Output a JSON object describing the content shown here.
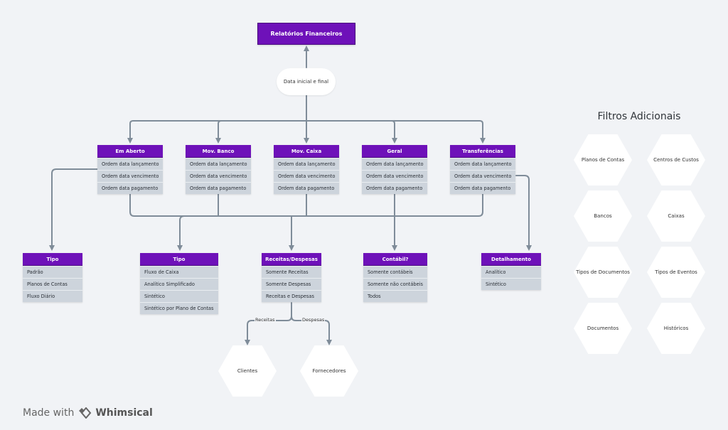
{
  "title": "Relatórios Financeiros",
  "date_filter": "Data inicial e final",
  "report_types": [
    {
      "label": "Em Aberto",
      "rows": [
        "Ordem data lançamento",
        "Ordem data vencimento",
        "Ordem data pagamento"
      ]
    },
    {
      "label": "Mov. Banco",
      "rows": [
        "Ordem data lançamento",
        "Ordem data vencimento",
        "Ordem data pagamento"
      ]
    },
    {
      "label": "Mov. Caixa",
      "rows": [
        "Ordem data lançamento",
        "Ordem data vencimento",
        "Ordem data pagamento"
      ]
    },
    {
      "label": "Geral",
      "rows": [
        "Ordem data lançamento",
        "Ordem data vencimento",
        "Ordem data pagamento"
      ]
    },
    {
      "label": "Transferências",
      "rows": [
        "Ordem data lançamento",
        "Ordem data vencimento",
        "Ordem data pagamento"
      ]
    }
  ],
  "options": [
    {
      "label": "Tipo",
      "rows": [
        "Padrão",
        "Planos de Contas",
        "Fluxo Diário"
      ]
    },
    {
      "label": "Tipo",
      "rows": [
        "Fluxo de Caixa",
        "Analítico Simplificado",
        "Sintético",
        "Sintético por Plano de Contas"
      ]
    },
    {
      "label": "Receitas/Despesas",
      "rows": [
        "Somente Receitas",
        "Somente Despesas",
        "Receitas e Despesas"
      ]
    },
    {
      "label": "Contábil?",
      "rows": [
        "Somente contábeis",
        "Somente não contábeis",
        "Todos"
      ]
    },
    {
      "label": "Detalhamento",
      "rows": [
        "Analítico",
        "Sintético"
      ]
    }
  ],
  "branches": {
    "receitas_label": "Receitas",
    "despesas_label": "Despesas",
    "clientes": "Clientes",
    "fornecedores": "Fornecedores"
  },
  "filtros": {
    "title": "Filtros Adicionais",
    "items": [
      "Planos de Contas",
      "Centros de Custos",
      "Bancos",
      "Caixas",
      "Tipos de Documentos",
      "Tipos de Eventos",
      "Documentos",
      "Históricos"
    ]
  },
  "footer": {
    "made_with": "Made with",
    "brand": "Whimsical"
  },
  "colors": {
    "header": "#6e11b9",
    "row": "#cdd4dc",
    "connector": "#7f8c99",
    "background": "#f1f3f6"
  }
}
